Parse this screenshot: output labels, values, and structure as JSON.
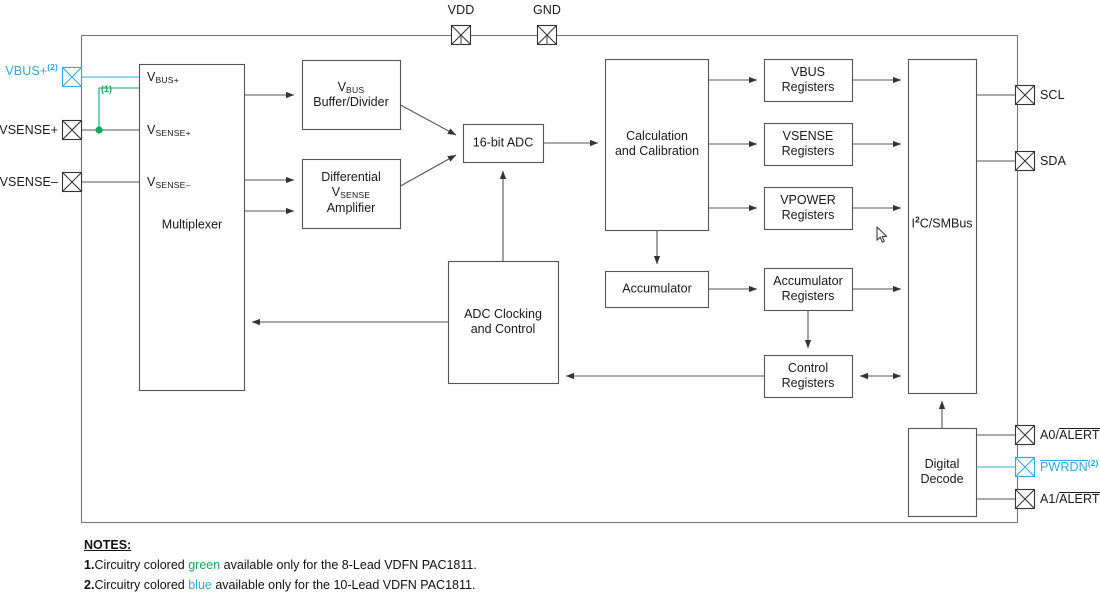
{
  "diagram": {
    "title": "PAC1811 Functional Block Diagram",
    "colors": {
      "line": "#555555",
      "box_border": "#555555",
      "blue": "#29abe2",
      "green": "#12a95c",
      "text": "#1a1a1a"
    }
  },
  "pins": {
    "top": [
      {
        "name": "vdd-pin",
        "label": "VDD"
      },
      {
        "name": "gnd-pin",
        "label": "GND"
      }
    ],
    "left": [
      {
        "name": "vbus-plus-pin",
        "label": "VBUS+",
        "note": "(2)",
        "color": "blue"
      },
      {
        "name": "vsense-plus-pin",
        "label": "VSENSE+",
        "note": "",
        "color": "black"
      },
      {
        "name": "vsense-minus-pin",
        "label": "VSENSE–",
        "note": "",
        "color": "black"
      }
    ],
    "right": [
      {
        "name": "scl-pin",
        "label": "SCL",
        "overline": "",
        "note": "",
        "color": "black"
      },
      {
        "name": "sda-pin",
        "label": "SDA",
        "overline": "",
        "note": "",
        "color": "black"
      },
      {
        "name": "a0-alert-pin",
        "label": "A0/",
        "overline": "ALERT",
        "note": "",
        "color": "black"
      },
      {
        "name": "pwrdn-pin",
        "label": "",
        "overline": "PWRDN",
        "note": "(2)",
        "color": "blue"
      },
      {
        "name": "a1-alert-pin",
        "label": "A1/",
        "overline": "ALERT",
        "note": "",
        "color": "black"
      }
    ]
  },
  "mux_inputs": [
    {
      "name": "mux-input-vbus-plus",
      "base": "V",
      "sub": "BUS+"
    },
    {
      "name": "mux-input-vsense-plus",
      "base": "V",
      "sub": "SENSE+"
    },
    {
      "name": "mux-input-vsense-minus",
      "base": "V",
      "sub": "SENSE–"
    }
  ],
  "blocks": {
    "multiplexer": {
      "label": "Multiplexer"
    },
    "vbus_buffer": {
      "line1_base": "V",
      "line1_sub": "BUS",
      "line2": "Buffer/Divider"
    },
    "diff_amp": {
      "line1": "Differential",
      "line2_base": "V",
      "line2_sub": "SENSE",
      "line3": "Amplifier"
    },
    "adc": {
      "label": "16-bit ADC"
    },
    "calc": {
      "line1": "Calculation",
      "line2": "and Calibration"
    },
    "adc_clocking": {
      "line1": "ADC Clocking",
      "line2": "and Control"
    },
    "accumulator": {
      "label": "Accumulator"
    },
    "vbus_registers": {
      "line1": "VBUS",
      "line2": "Registers"
    },
    "vsense_registers": {
      "line1": "VSENSE",
      "line2": "Registers"
    },
    "vpower_registers": {
      "line1": "VPOWER",
      "line2": "Registers"
    },
    "accumulator_registers": {
      "line1": "Accumulator",
      "line2": "Registers"
    },
    "control_registers": {
      "line1": "Control",
      "line2": "Registers"
    },
    "i2c_smbus": {
      "prefix": "I",
      "sup": "2",
      "suffix": "C/SMBus"
    },
    "digital_decode": {
      "line1": "Digital",
      "line2": "Decode"
    }
  },
  "annotations": {
    "green_tap_marker": "(1)"
  },
  "notes": {
    "heading": "NOTES:",
    "items": [
      {
        "num": "1.",
        "pre": "Circuitry colored ",
        "colored": "green",
        "post": " available only for the 8-Lead VDFN PAC1811."
      },
      {
        "num": "2.",
        "pre": "Circuitry colored ",
        "colored": "blue",
        "post": " available only for the 10-Lead VDFN PAC1811."
      }
    ]
  }
}
